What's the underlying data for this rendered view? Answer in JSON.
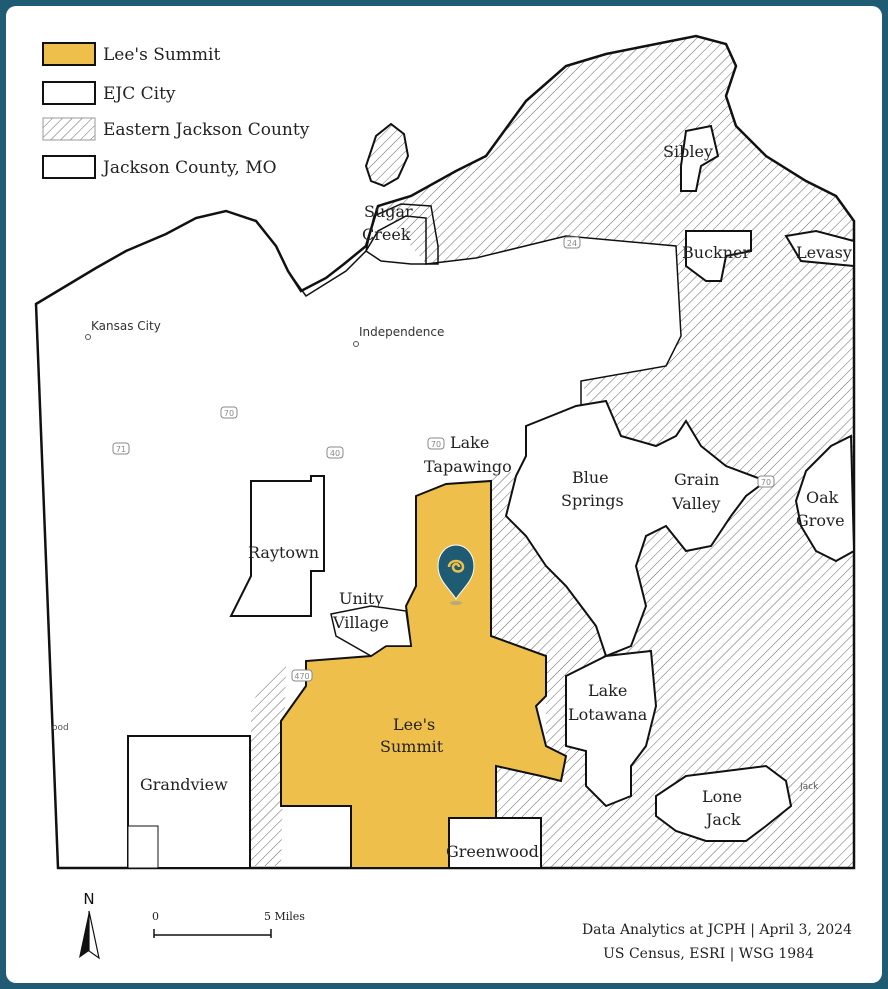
{
  "legend": [
    {
      "label": "Lee's Summit",
      "style": "fill"
    },
    {
      "label": "EJC City",
      "style": "outline"
    },
    {
      "label": "Eastern Jackson County",
      "style": "hatch"
    },
    {
      "label": "Jackson County, MO",
      "style": "outline"
    }
  ],
  "places": {
    "sugar_creek": [
      "Sugar",
      "Creek"
    ],
    "sibley": "Sibley",
    "buckner": "Buckner",
    "levasy": "Levasy",
    "kansas_city": "Kansas City",
    "independence": "Independence",
    "lake_tapawingo": [
      "Lake",
      "Tapawingo"
    ],
    "blue_springs": [
      "Blue",
      "Springs"
    ],
    "grain_valley": [
      "Grain",
      "Valley"
    ],
    "oak_grove": [
      "Oak",
      "Grove"
    ],
    "raytown": "Raytown",
    "unity_village": [
      "Unity",
      "Village"
    ],
    "lees_summit": [
      "Lee's",
      "Summit"
    ],
    "lake_lotawana": [
      "Lake",
      "Lotawana"
    ],
    "grandview": "Grandview",
    "lone_jack": [
      "Lone",
      "Jack"
    ],
    "greenwood": "Greenwood",
    "jack": "Jack",
    "ood": "ood"
  },
  "roads": [
    "24",
    "70",
    "40",
    "71",
    "70",
    "70",
    "470"
  ],
  "scale": {
    "start": "0",
    "end": "5 Miles"
  },
  "north": "N",
  "credits": [
    "Data Analytics at JCPH | April 3, 2024",
    "US Census, ESRI | WSG 1984"
  ],
  "colors": {
    "lees_summit": "#eebf4a",
    "frame": "#1f5b73",
    "marker": "#1f5b73",
    "hatch": "#555555"
  }
}
